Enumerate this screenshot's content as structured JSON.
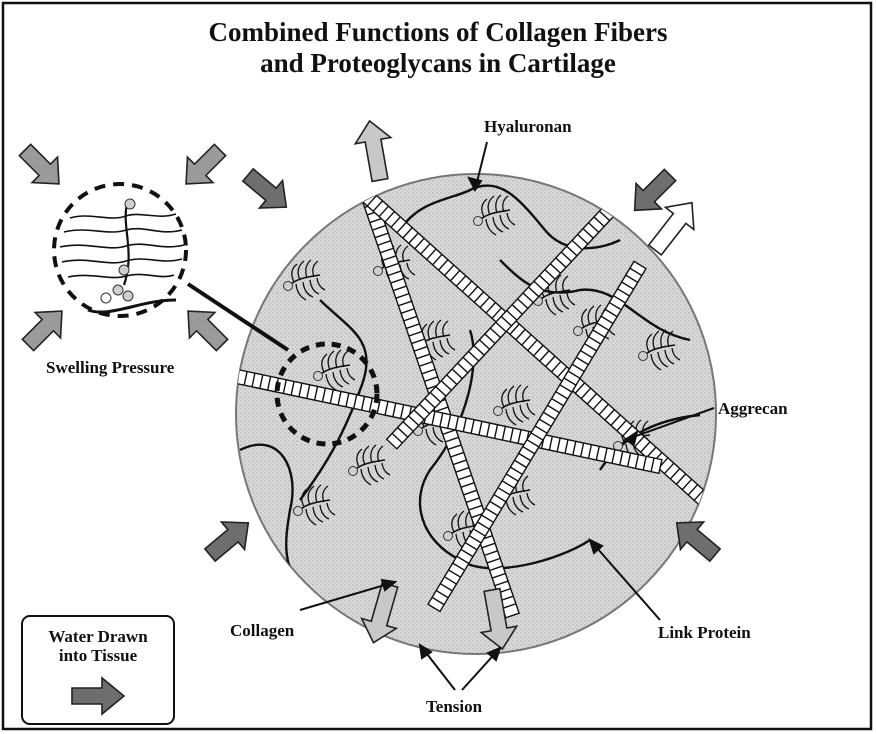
{
  "title": {
    "line1": "Combined Functions of Collagen Fibers",
    "line2": "and Proteoglycans in Cartilage"
  },
  "labels": {
    "hyaluronan": "Hyaluronan",
    "aggrecan": "Aggrecan",
    "link_protein": "Link Protein",
    "collagen": "Collagen",
    "swelling_pressure": "Swelling Pressure",
    "tension": "Tension"
  },
  "legend": {
    "line1": "Water Drawn",
    "line2": "into Tissue"
  },
  "colors": {
    "tissue_fill": "#d6d6d6",
    "arrow_dark": "#6e6e6e",
    "arrow_light": "#c8c8c8",
    "outline": "#111111"
  },
  "icons": [
    "arrow-icon",
    "water-arrow-icon",
    "aggrecan-molecule-icon"
  ]
}
